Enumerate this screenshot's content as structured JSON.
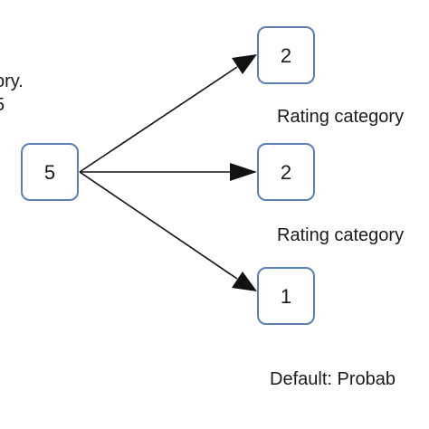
{
  "diagram": {
    "source_node": {
      "label": "5"
    },
    "target_nodes": [
      {
        "label": "2"
      },
      {
        "label": "2"
      },
      {
        "label": "1"
      }
    ],
    "left_text": {
      "line1": "ory.",
      "line2": "5"
    },
    "edge_labels": [
      "Rating category",
      "Rating category"
    ],
    "footer_text": "Default: Probab",
    "colors": {
      "node_border": "#5b7fb5",
      "edge": "#111111",
      "text": "#1a1a1a"
    }
  }
}
